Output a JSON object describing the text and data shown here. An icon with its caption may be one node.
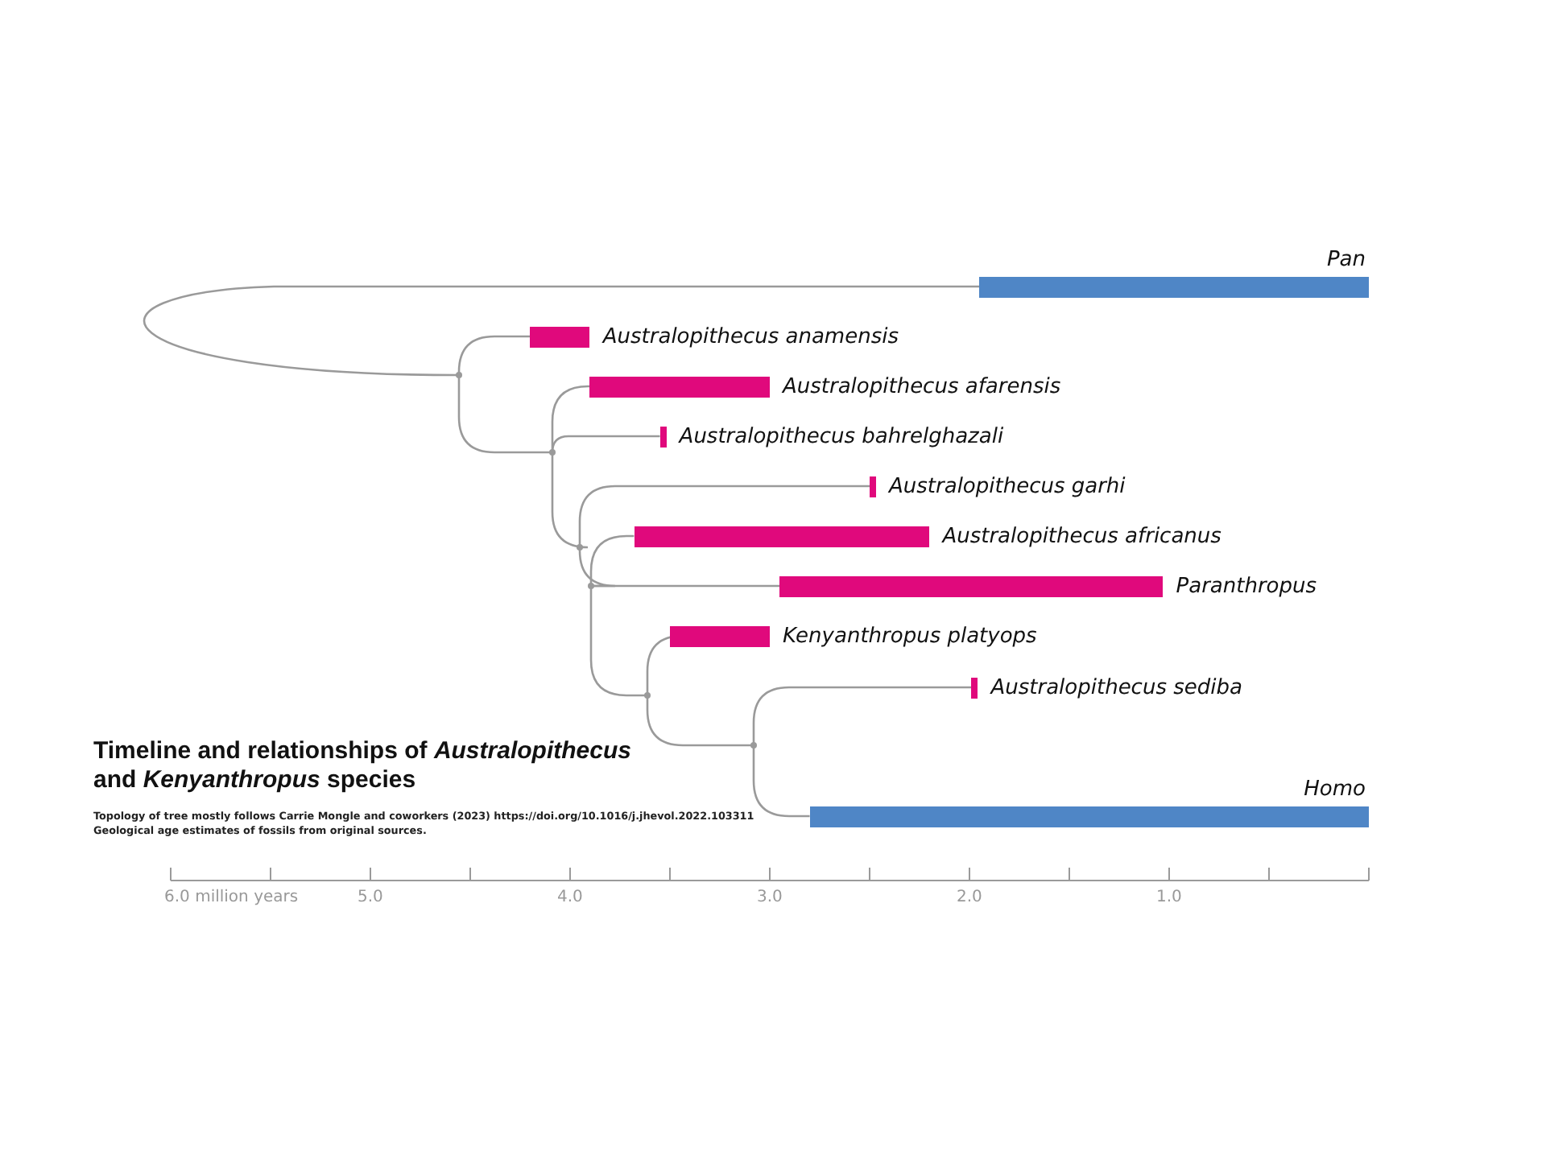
{
  "diagram": {
    "title": "Timeline and relationships of *Australopithecus* and *Kenyanthropus* species",
    "caption": "Topology of tree mostly follows Carrie Mongle and coworkers (2023) https://doi.org/10.1016/j.jhevol.2022.103311",
    "nodes": [
      {
        "text": [
          "Pan"
        ]
      },
      {
        "text": [
          "Australopithecus anamensis"
        ]
      },
      {
        "text": [
          "Australopithecus afarensis"
        ]
      },
      {
        "text": [
          "Australopithecus bahrelghazali"
        ]
      },
      {
        "text": [
          "Australopithecus garhi"
        ]
      },
      {
        "text": [
          "Australopithecus africanus"
        ]
      },
      {
        "text": [
          "Paranthropus"
        ]
      },
      {
        "text": [
          "Kenyanthropus platyops"
        ]
      },
      {
        "text": [
          "Australopithecus sediba"
        ]
      },
      {
        "text": [
          "Homo"
        ]
      },
      {
        "text": [],
        "shape": "branch-point"
      },
      {
        "text": [],
        "shape": "branch-point"
      },
      {
        "text": [],
        "shape": "branch-point"
      },
      {
        "text": [],
        "shape": "branch-point"
      },
      {
        "text": [],
        "shape": "branch-point"
      },
      {
        "text": [],
        "shape": "branch-point"
      }
    ],
    "edges": [
      {
        "from": 10,
        "to": 0,
        "arrow": "none"
      },
      {
        "from": 10,
        "to": 1,
        "arrow": "none"
      },
      {
        "from": 10,
        "to": 11,
        "arrow": "none"
      },
      {
        "from": 11,
        "to": 2,
        "arrow": "none"
      },
      {
        "from": 11,
        "to": 3,
        "arrow": "none"
      },
      {
        "from": 11,
        "to": 12,
        "arrow": "none"
      },
      {
        "from": 12,
        "to": 4,
        "arrow": "none"
      },
      {
        "from": 12,
        "to": 13,
        "arrow": "none"
      },
      {
        "from": 13,
        "to": 5,
        "arrow": "none"
      },
      {
        "from": 13,
        "to": 6,
        "arrow": "none"
      },
      {
        "from": 13,
        "to": 14,
        "arrow": "none"
      },
      {
        "from": 14,
        "to": 7,
        "arrow": "none"
      },
      {
        "from": 14,
        "to": 15,
        "arrow": "none"
      },
      {
        "from": 15,
        "to": 8,
        "arrow": "none"
      },
      {
        "from": 15,
        "to": 9,
        "arrow": "none"
      }
    ],
    "labels": [
      "Geological age estimates of fossils from original sources.",
      "6.0 million years",
      "5.0",
      "4.0",
      "3.0",
      "2.0",
      "1.0"
    ]
  }
}
